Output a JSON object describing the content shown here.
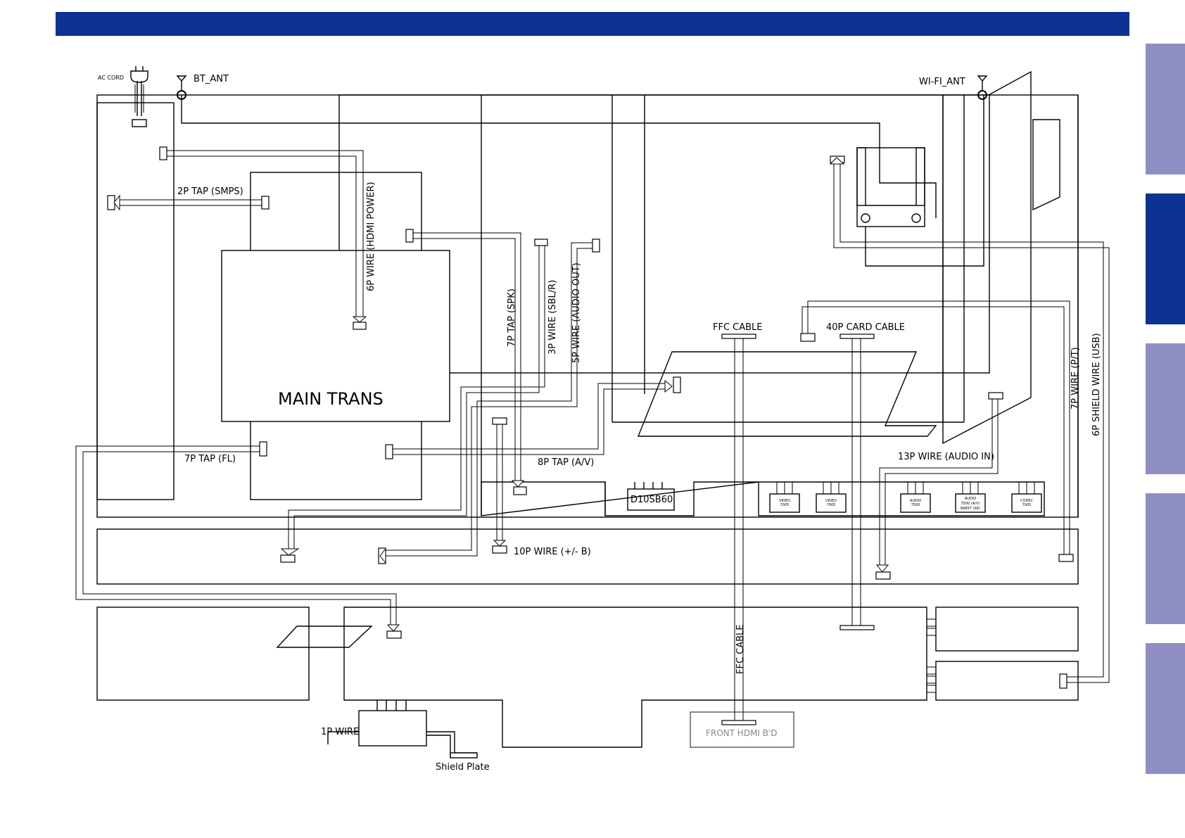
{
  "colors": {
    "header": "#0d3293",
    "tab_light": "#8f8fc6",
    "tab_active": "#0d3293",
    "line": "#000000",
    "muted_text": "#888888"
  },
  "side_tabs": [
    {
      "state": "inactive"
    },
    {
      "state": "active"
    },
    {
      "state": "inactive"
    },
    {
      "state": "inactive"
    },
    {
      "state": "inactive"
    }
  ],
  "labels": {
    "ac_cord": "AC CORD",
    "bt_ant": "BT_ANT",
    "wifi_ant": "WI-FI_ANT",
    "tap_2p": "2P TAP (SMPS)",
    "wire_6p_hdmi": "6P WIRE (HDMI POWER)",
    "main_trans": "MAIN TRANS",
    "tap_7p_spk": "7P TAP (SPK)",
    "wire_3p": "3P WIRE (SBL/R)",
    "wire_5p": "5P WIRE (AUDIO OUT)",
    "ffc_cable_top": "FFC CABLE",
    "card_cable_40p": "40P CARD CABLE",
    "wire_7p_pt": "7P WIRE (P/T)",
    "wire_6p_usb": "6P SHIELD WIRE (USB)",
    "tap_7p_fl": "7P TAP (FL)",
    "tap_8p_av": "8P TAP (A/V)",
    "wire_13p": "13P WIRE (AUDIO IN)",
    "d10sb60": "D10SB60",
    "wire_10p": "10P WIRE (+/- B)",
    "ffc_cable_vertical": "FFC CABLE",
    "front_hdmi": "FRONT HDMI B'D",
    "wire_1p": "1P WIRE",
    "shield_plate": "Shield Plate"
  },
  "chips": [
    {
      "line1": "VIDEO",
      "line2": "7005"
    },
    {
      "line1": "VIDEO",
      "line2": "7005"
    },
    {
      "line1": "AUDIO",
      "line2": "7500"
    },
    {
      "line1": "AUDIO",
      "line2": "7500 (A/V)",
      "line3": "8685T (SR)"
    },
    {
      "line1": "CODEC",
      "line2": "7005"
    }
  ]
}
